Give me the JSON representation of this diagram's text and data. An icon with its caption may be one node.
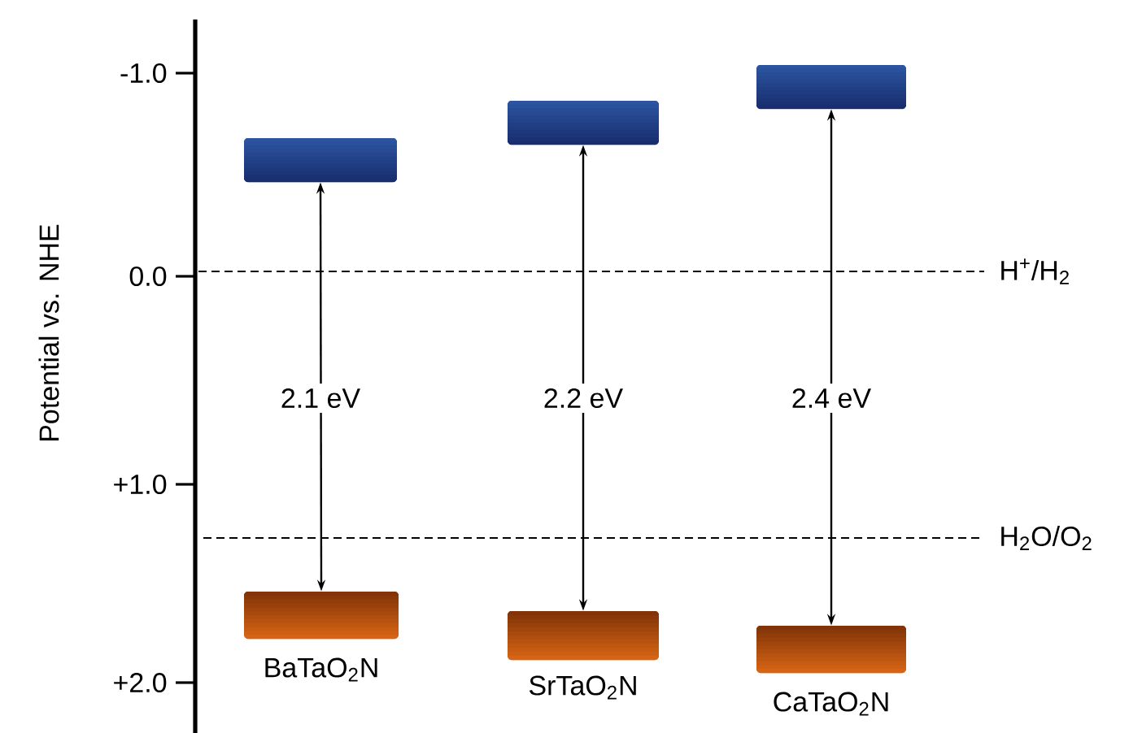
{
  "diagram": {
    "nodes": [
      {
        "text": [],
        "shape": "bar"
      },
      {
        "text": [],
        "shape": "bar"
      },
      {
        "text": [],
        "shape": "bar"
      },
      {
        "text": [],
        "shape": "bar",
        "beside": [
          "BaTaO$_{2}$N"
        ]
      },
      {
        "text": [],
        "shape": "bar",
        "beside": [
          "SrTaO$_{2}$N"
        ]
      },
      {
        "text": [],
        "shape": "bar",
        "beside": [
          "CaTaO$_{2}$N"
        ]
      }
    ],
    "edges": [
      {
        "from": 0,
        "to": 3,
        "arrow": "both",
        "label": "2.1 eV"
      },
      {
        "from": 1,
        "to": 4,
        "arrow": "both",
        "label": "2.2 eV"
      },
      {
        "from": 2,
        "to": 5,
        "arrow": "both",
        "label": "2.4 eV"
      }
    ],
    "labels": [
      "-1.0",
      "0.0",
      "+1.0",
      "+2.0",
      "Potential vs. NHE",
      "H$^{+}$/H$_{2}$",
      "H$_{2}$O/O$_{2}$"
    ]
  }
}
